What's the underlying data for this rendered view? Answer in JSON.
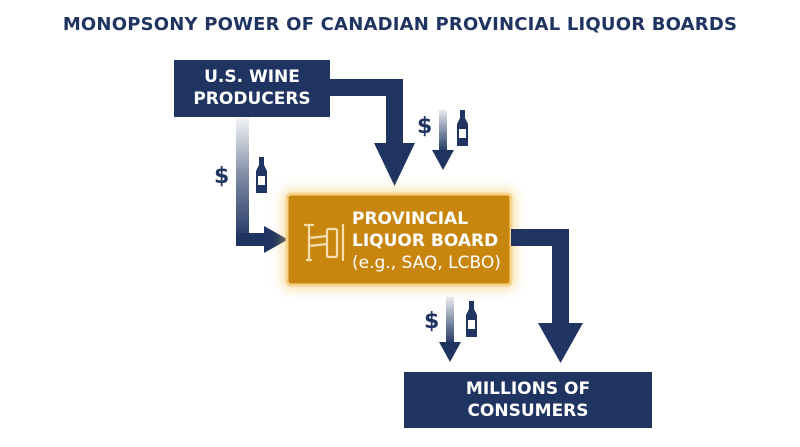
{
  "title": "MONOPSONY POWER OF CANADIAN PROVINCIAL LIQUOR BOARDS",
  "nodes": {
    "producers": {
      "line1": "U.S. WINE",
      "line2": "PRODUCERS"
    },
    "board": {
      "line1": "PROVINCIAL",
      "line2": "LIQUOR BOARD",
      "line3": "(e.g., SAQ, LCBO)"
    },
    "consumers": {
      "line1": "MILLIONS OF",
      "line2": "CONSUMERS"
    }
  },
  "flow_labels": {
    "left": "$",
    "top_right": "$",
    "bottom": "$"
  },
  "colors": {
    "navy": "#1f3461",
    "board": "#c8860e",
    "board_border": "#f6d28a"
  },
  "icons": [
    "bottle-icon",
    "turnstile-icon"
  ]
}
